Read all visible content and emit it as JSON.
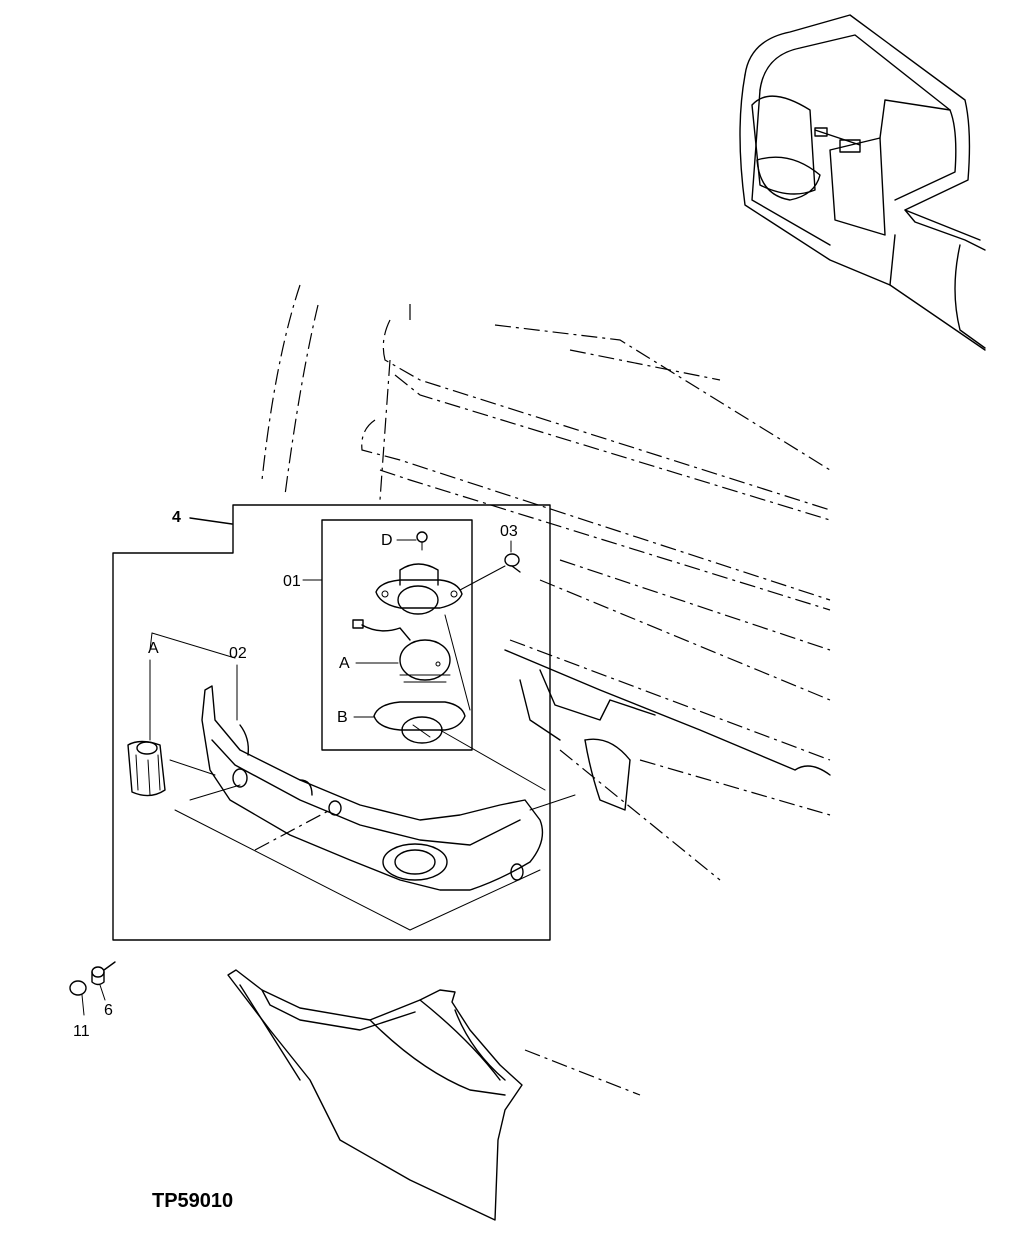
{
  "drawing_id": "TP59010",
  "callouts": {
    "assembly": "4",
    "lamp_assembly": "01",
    "bracket": "02",
    "screw_03": "03",
    "bolt_6": "6",
    "cap_11": "11"
  },
  "detail_letters": {
    "a_upper": "A",
    "a_left": "A",
    "b": "B",
    "d": "D"
  }
}
